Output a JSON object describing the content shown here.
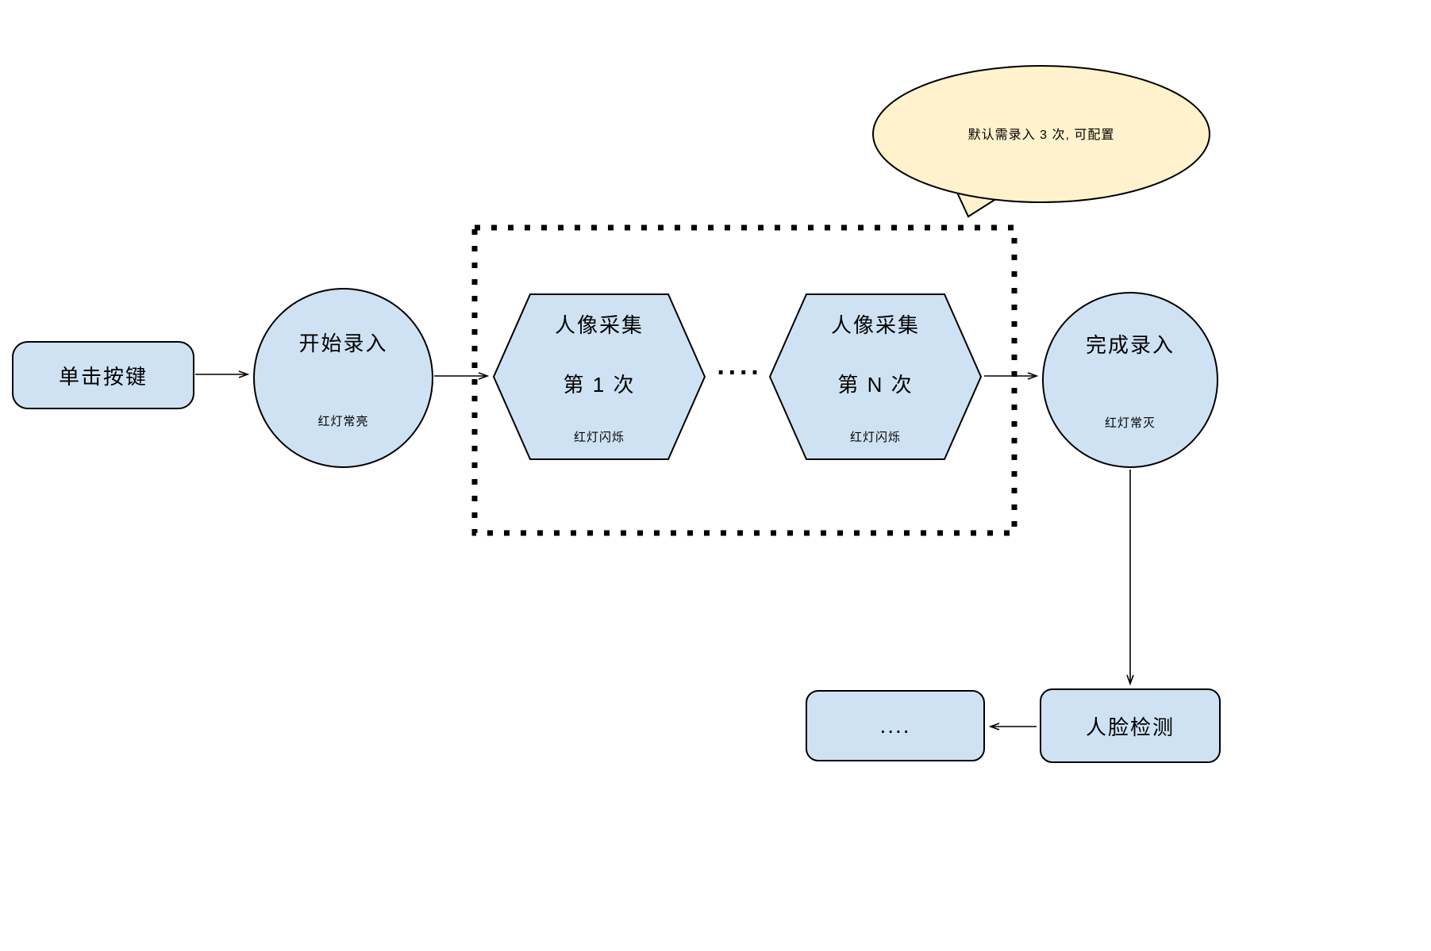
{
  "diagram": {
    "title": "face-enrollment-flowchart",
    "bubble": {
      "text": "默认需录入 3 次, 可配置"
    },
    "nodes": {
      "click_button": {
        "label": "单击按键"
      },
      "start": {
        "label": "开始录入",
        "sub": "红灯常亮"
      },
      "capture_first": {
        "line1": "人像采集",
        "line2": "第 1 次",
        "sub": "红灯闪烁"
      },
      "capture_nth": {
        "line1": "人像采集",
        "line2": "第 N 次",
        "sub": "红灯闪烁"
      },
      "finish": {
        "label": "完成录入",
        "sub": "红灯常灭"
      },
      "face_detect": {
        "label": "人脸检测"
      },
      "more": {
        "label": "...."
      }
    },
    "ellipsis": "····",
    "colors": {
      "node_fill": "#cfe2f3",
      "bubble_fill": "#fff2cc",
      "stroke": "#000000",
      "background": "#ffffff"
    }
  }
}
